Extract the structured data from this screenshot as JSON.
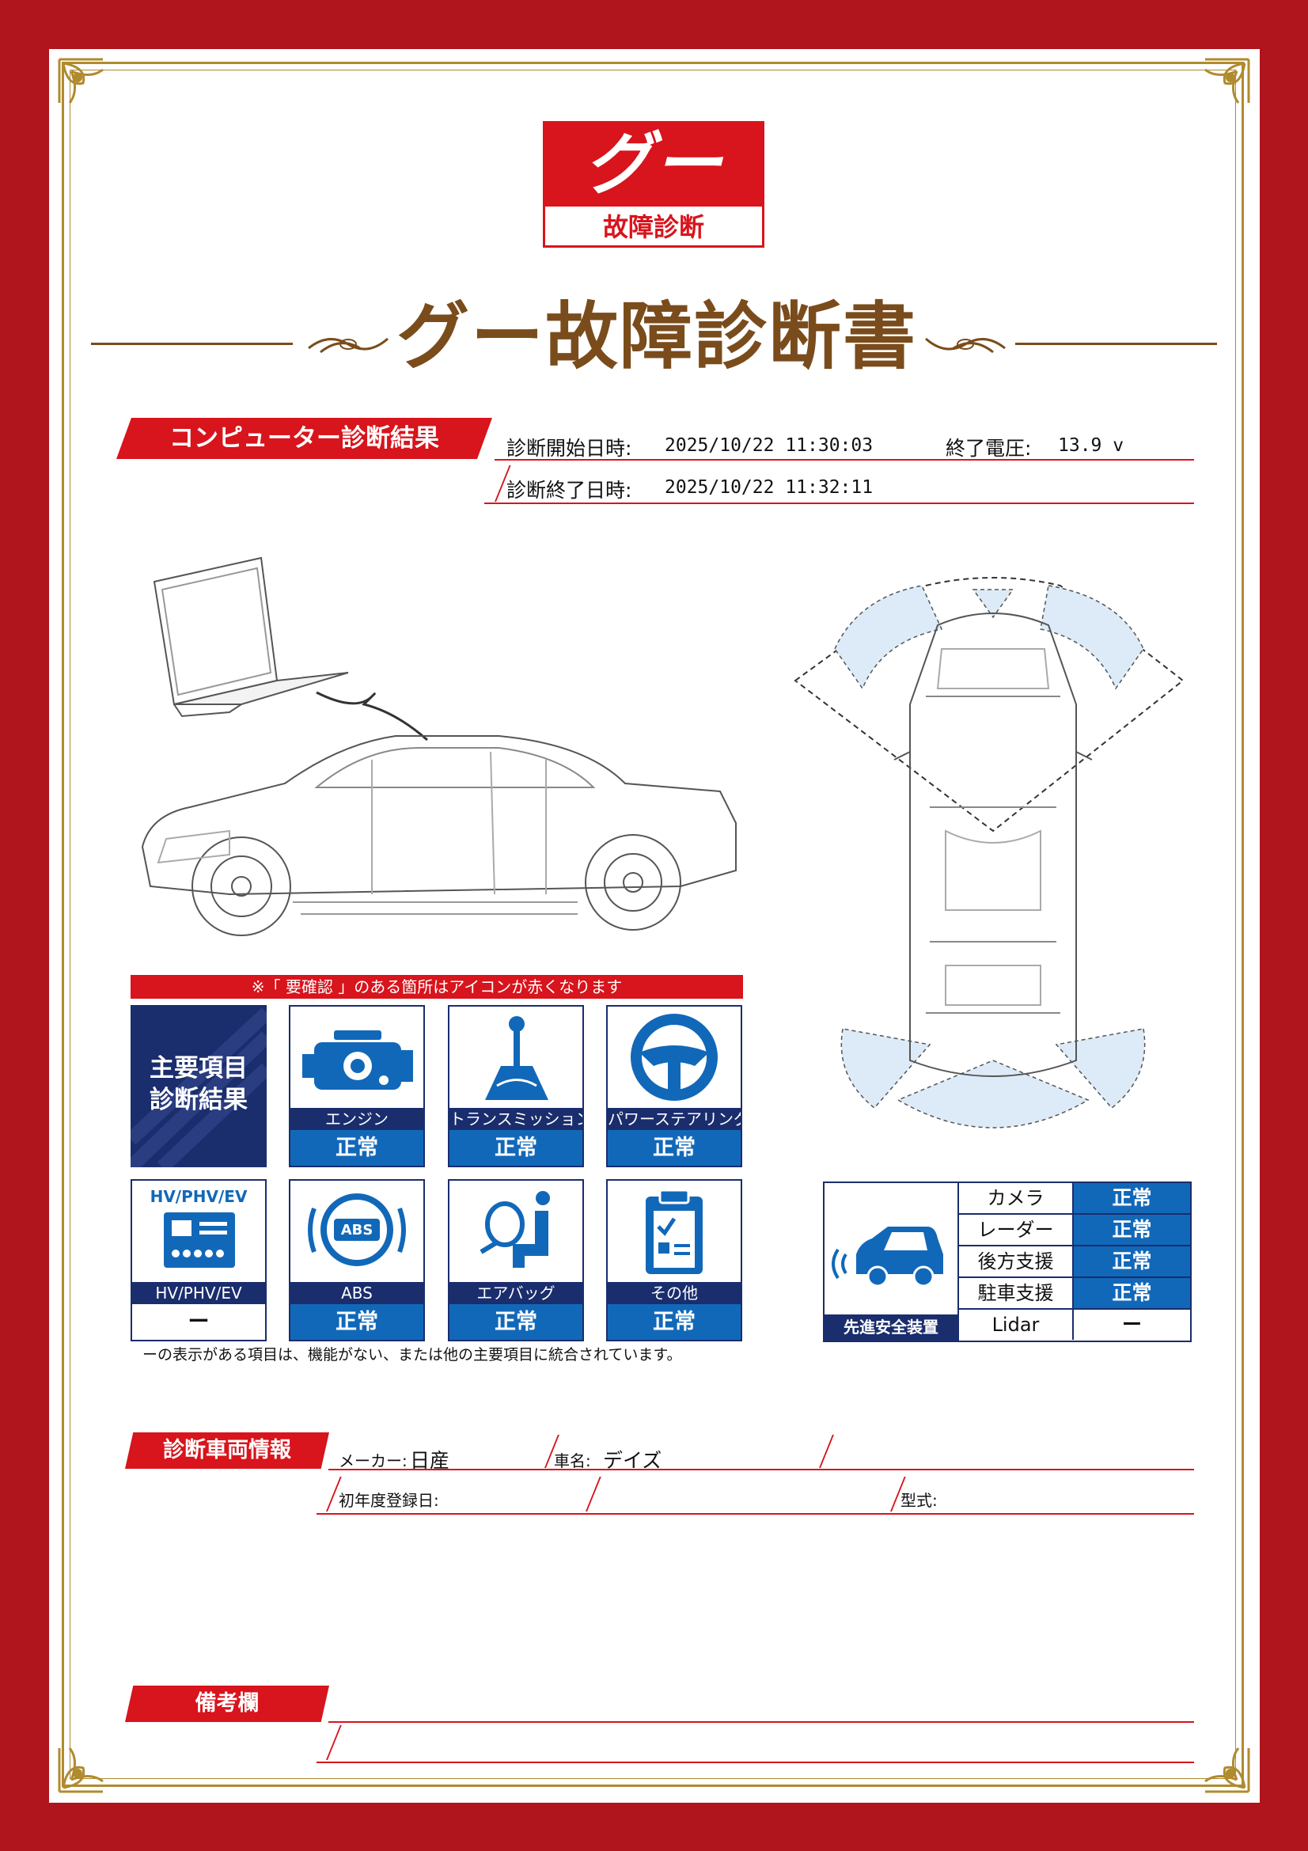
{
  "logo": {
    "brand": "グー",
    "sub": "故障診断"
  },
  "title": "グー故障診断書",
  "diagnosis": {
    "section_label": "コンピューター診断結果",
    "start_label": "診断開始日時:",
    "start_value": "2025/10/22 11:30:03",
    "end_label": "診断終了日時:",
    "end_value": "2025/10/22 11:32:11",
    "voltage_label": "終了電圧:",
    "voltage_value": "13.9 v"
  },
  "notice": "※「 要確認 」のある箇所はアイコンが赤くなります",
  "main_items": {
    "label_line1": "主要項目",
    "label_line2": "診断結果",
    "items": [
      {
        "name": "エンジン",
        "status": "正常",
        "icon": "engine-icon"
      },
      {
        "name": "トランスミッション",
        "status": "正常",
        "icon": "gear-shift-icon"
      },
      {
        "name": "パワーステアリング",
        "status": "正常",
        "icon": "steering-wheel-icon"
      },
      {
        "name": "HV/PHV/EV",
        "status": "ー",
        "icon": "battery-icon",
        "badge": "HV/PHV/EV"
      },
      {
        "name": "ABS",
        "status": "正常",
        "icon": "abs-icon",
        "badge": "ABS"
      },
      {
        "name": "エアバッグ",
        "status": "正常",
        "icon": "airbag-icon"
      },
      {
        "name": "その他",
        "status": "正常",
        "icon": "clipboard-icon"
      }
    ]
  },
  "adas": {
    "caption": "先進安全装置",
    "icon": "car-sensor-icon",
    "rows": [
      {
        "name": "カメラ",
        "status": "正常"
      },
      {
        "name": "レーダー",
        "status": "正常"
      },
      {
        "name": "後方支援",
        "status": "正常"
      },
      {
        "name": "駐車支援",
        "status": "正常"
      },
      {
        "name": "Lidar",
        "status": "ー"
      }
    ]
  },
  "footnote": "ーの表示がある項目は、機能がない、または他の主要項目に統合されています。",
  "vehicle": {
    "section_label": "診断車両情報",
    "maker_label": "メーカー:",
    "maker_value": "日産",
    "name_label": "車名:",
    "name_value": "デイズ",
    "first_reg_label": "初年度登録日:",
    "first_reg_value": "",
    "model_label": "型式:",
    "model_value": ""
  },
  "remarks": {
    "section_label": "備考欄",
    "value": ""
  },
  "colors": {
    "frame": "#b0141c",
    "red": "#d8141c",
    "navy": "#1a2d6d",
    "blue": "#1268b8",
    "gold": "#b08a2e",
    "brown": "#7a4c1c"
  }
}
